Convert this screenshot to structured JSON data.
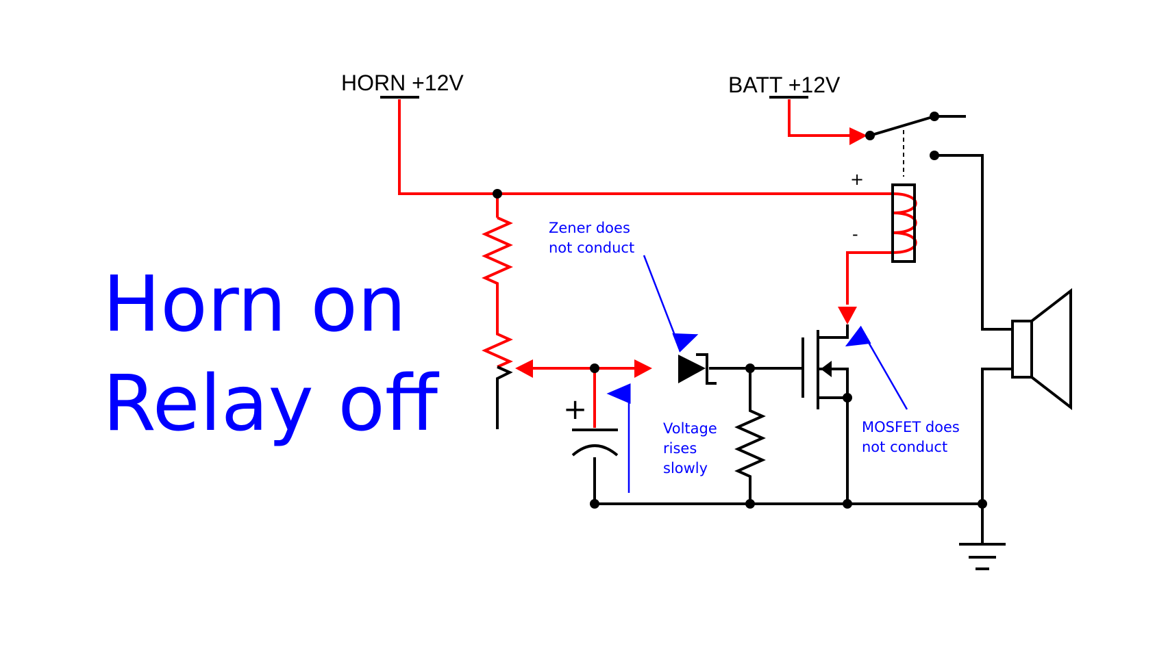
{
  "title": {
    "line1": "Horn on",
    "line2": "Relay off"
  },
  "supplies": {
    "horn": "HORN +12V",
    "batt": "BATT +12V"
  },
  "coil_polarity": {
    "plus": "+",
    "minus": "-"
  },
  "capacitor_polarity": "+",
  "annotations": {
    "zener": [
      "Zener does",
      "not conduct"
    ],
    "voltage": [
      "Voltage",
      "rises",
      "slowly"
    ],
    "mosfet": [
      "MOSFET does",
      "not conduct"
    ]
  },
  "colors": {
    "active_wire": "#ff0000",
    "inactive_wire": "#000000",
    "annotation": "#0000ff"
  }
}
